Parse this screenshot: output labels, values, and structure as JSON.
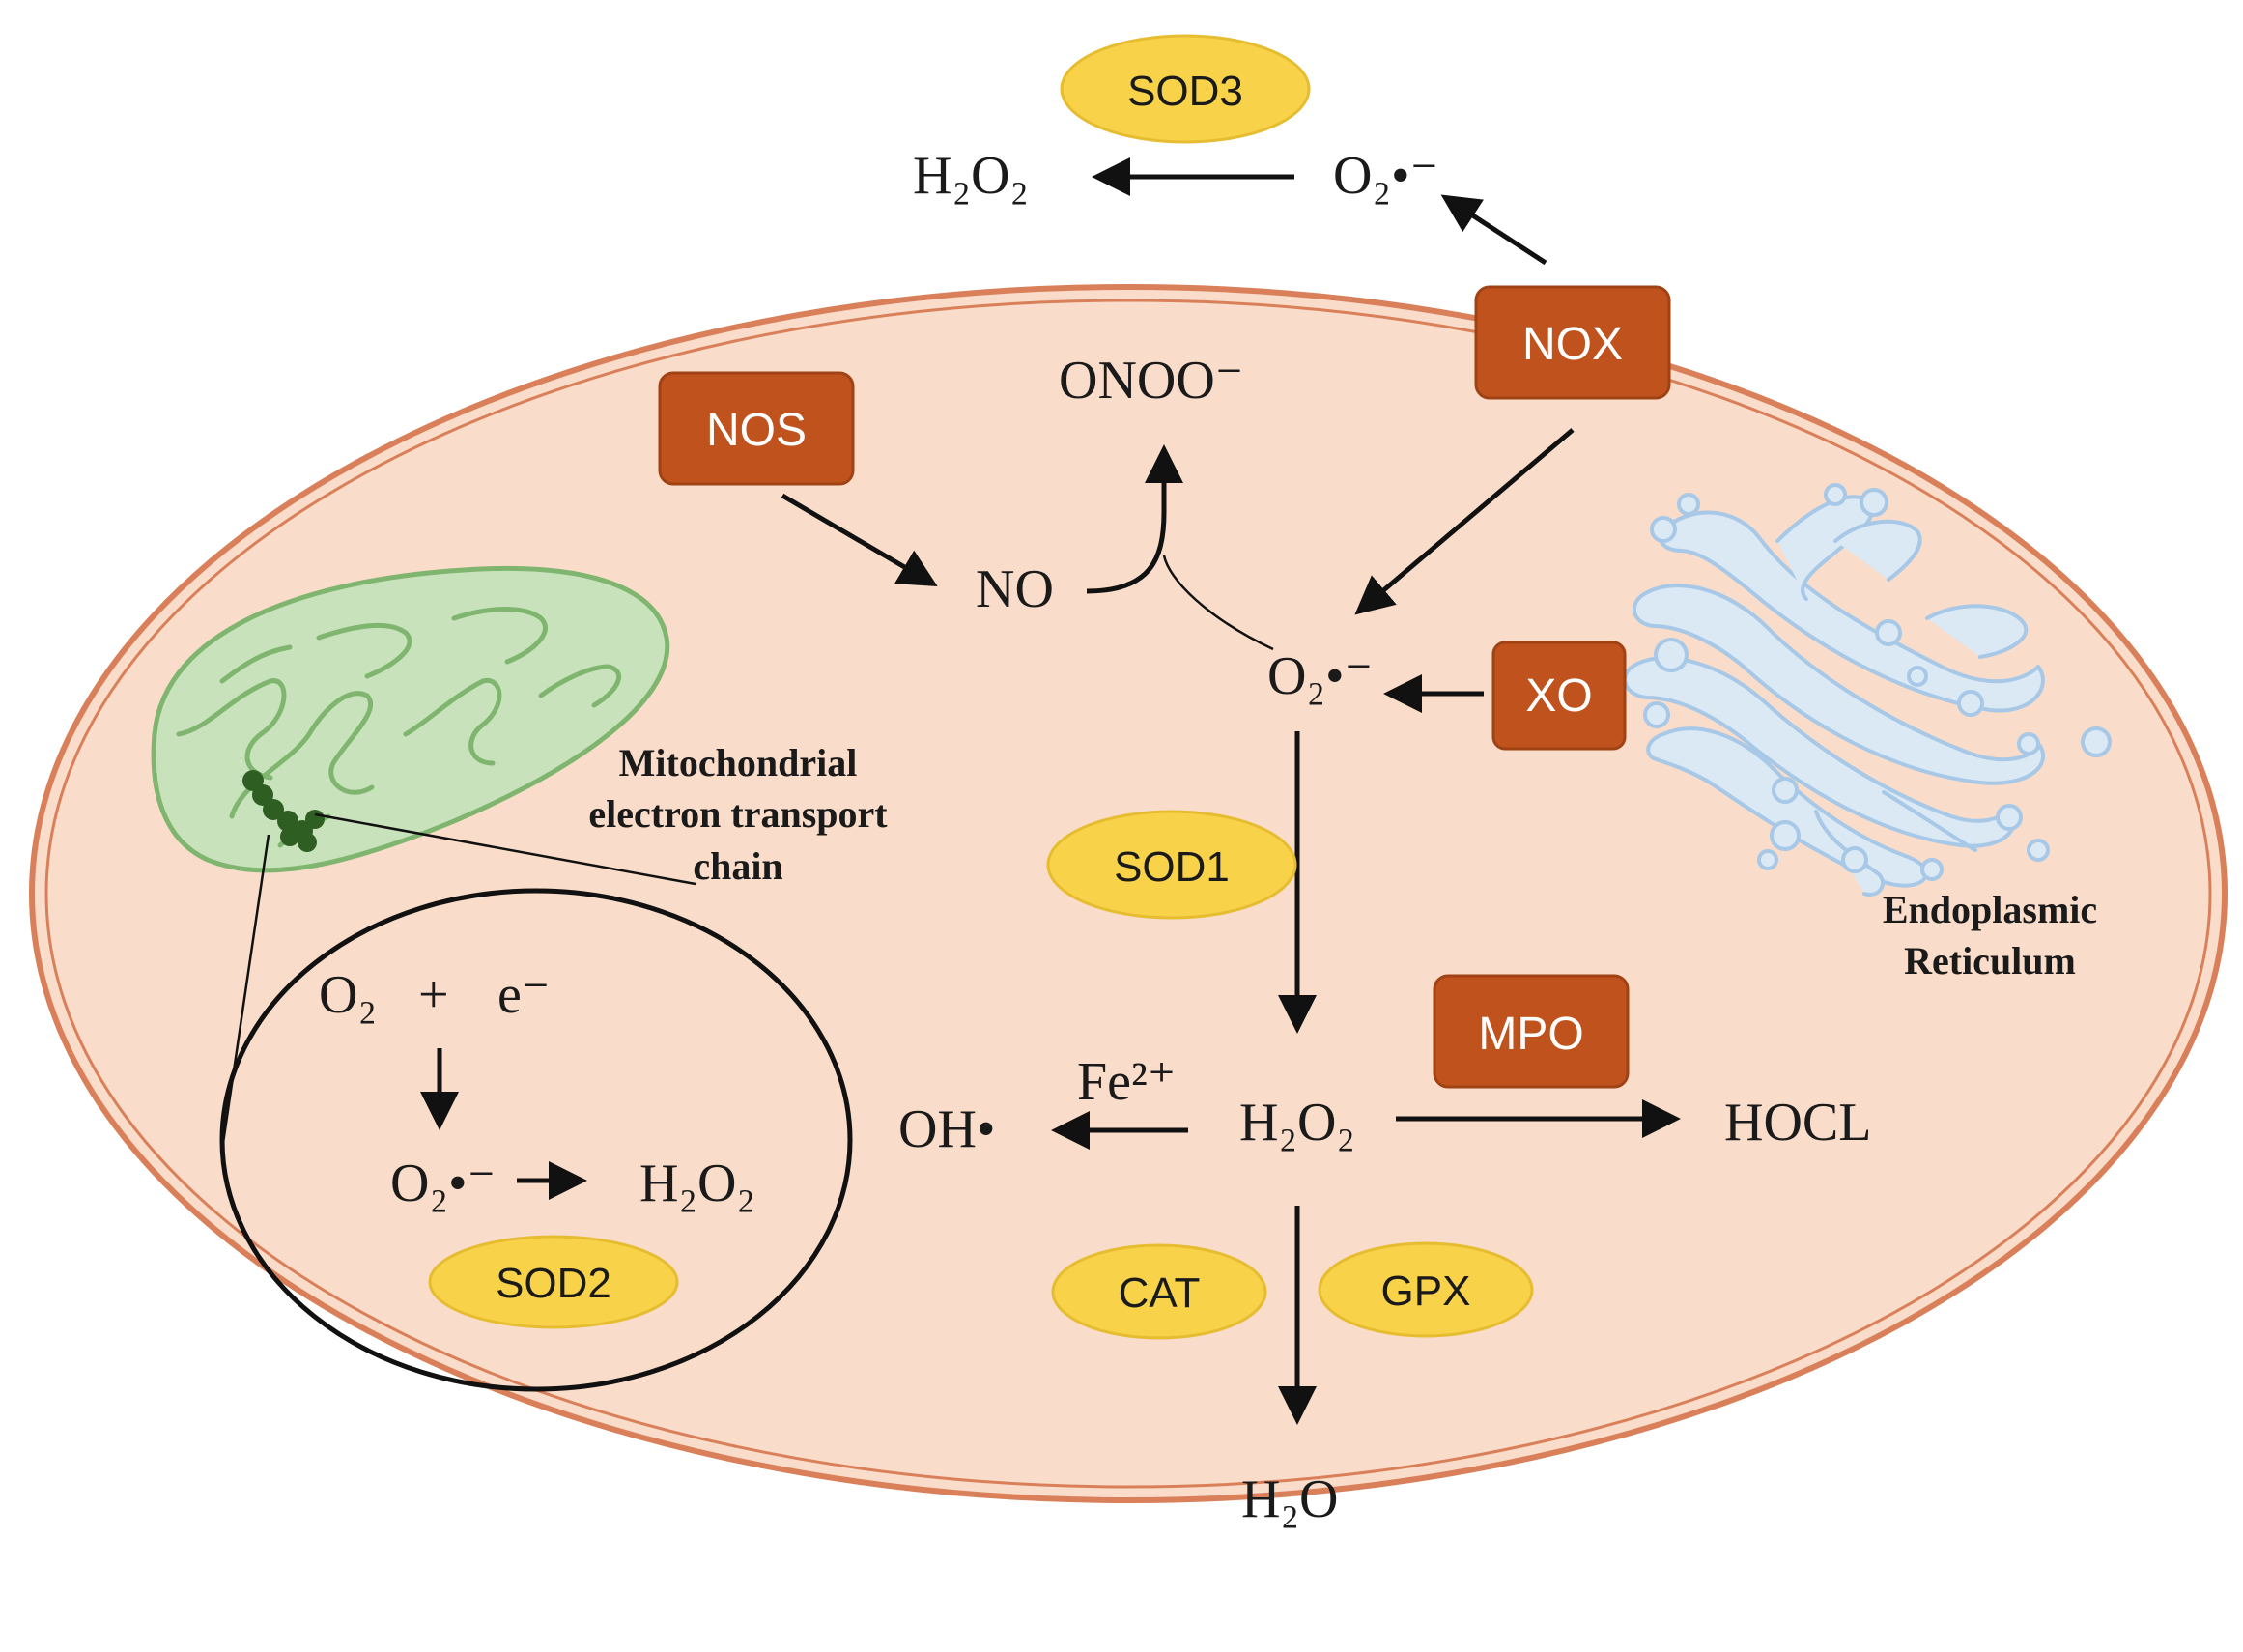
{
  "organelles": {
    "mitochondria_label": [
      "Mitochondrial",
      "electron transport",
      "chain"
    ],
    "er_label": [
      "Endoplasmic",
      "Reticulum"
    ]
  },
  "enzymes_red": {
    "nox": "NOX",
    "nos": "NOS",
    "xo": "XO",
    "mpo": "MPO"
  },
  "enzymes_yellow": {
    "sod3": "SOD3",
    "sod1": "SOD1",
    "sod2": "SOD2",
    "cat": "CAT",
    "gpx": "GPX"
  },
  "species": {
    "h2o2_top": "H₂O₂",
    "superoxide_top": "O₂•⁻",
    "onoo": "ONOO⁻",
    "no": "NO",
    "superoxide_center": "O₂•⁻",
    "h2o2_center": "H₂O₂",
    "oh_radical": "OH•",
    "fe2": "Fe²⁺",
    "hocl": "HOCL",
    "h2o": "H₂O",
    "inset_o2": "O₂",
    "inset_plus": "+",
    "inset_electron": "e⁻",
    "inset_superoxide": "O₂•⁻",
    "inset_h2o2": "H₂O₂"
  },
  "colors": {
    "cell_fill": "#f9dcc9",
    "cell_border": "#d9805a",
    "enzyme_red": "#c0531d",
    "enzyme_yellow": "#f8d34a",
    "mito_fill": "#c8e3bc",
    "mito_border": "#7fb56f",
    "etc_chain": "#2f5e22",
    "er_fill": "#dbe9f5",
    "er_border": "#a7c8e6"
  }
}
